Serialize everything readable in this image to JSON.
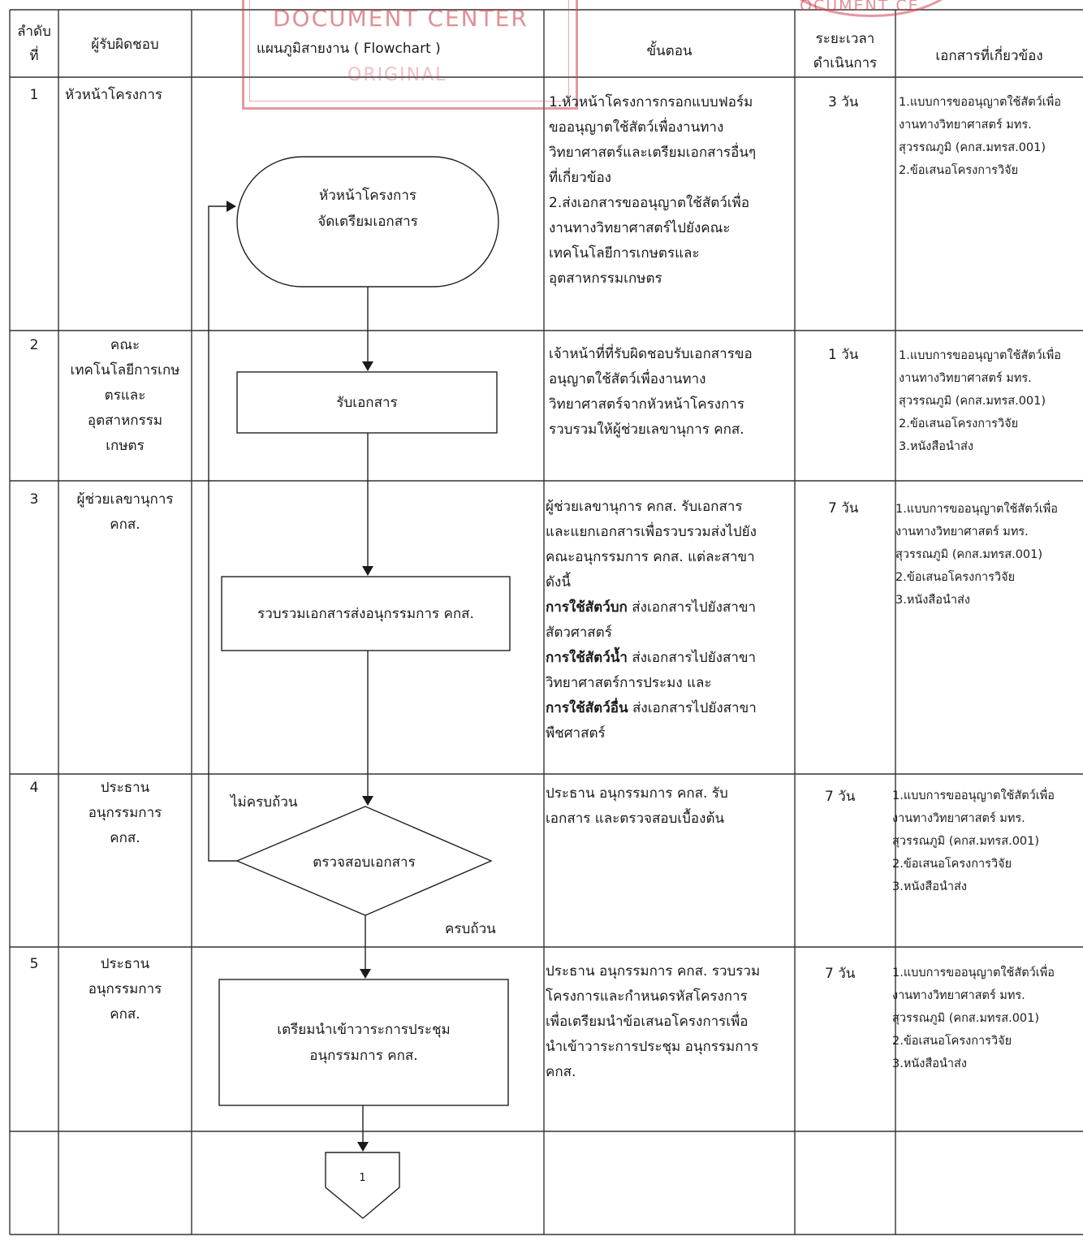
{
  "stamps": {
    "left_top": "DOCUMENT CENTER",
    "left_bottom": "ORIGINAL",
    "right": "OCUMENT CE"
  },
  "headers": {
    "seq": [
      "ลำดับ",
      "ที่"
    ],
    "owner": "ผู้รับผิดชอบ",
    "flowchart": "แผนภูมิสายงาน ( Flowchart )",
    "steps": "ขั้นตอน",
    "duration": [
      "ระยะเวลา",
      "ดำเนินการ"
    ],
    "documents": "เอกสารที่เกี่ยวข้อง"
  },
  "rows": [
    {
      "no": "1",
      "owner": [
        "หัวหน้าโครงการ"
      ],
      "steps": [
        "1.หัวหน้าโครงการกรอกแบบฟอร์ม",
        "ขออนุญาตใช้สัตว์เพื่องานทาง",
        "วิทยาศาสตร์และเตรียมเอกสารอื่นๆ",
        "ที่เกี่ยวข้อง",
        "2.ส่งเอกสารขออนุญาตใช้สัตว์เพื่อ",
        "งานทางวิทยาศาสตร์ไปยังคณะ",
        "เทคโนโลยีการเกษตรและ",
        "อุตสาหกรรมเกษตร"
      ],
      "duration": "3 วัน",
      "docs": [
        "1.แบบการขออนุญาตใช้สัตว์เพื่อ",
        "งานทางวิทยาศาสตร์ มทร.",
        "สุวรรณภูมิ (คกส.มทรส.001)",
        "2.ข้อเสนอโครงการวิจัย"
      ]
    },
    {
      "no": "2",
      "owner": [
        "คณะ",
        "เทคโนโลยีการเกษ",
        "ตรและ",
        "อุตสาหกรรม",
        "เกษตร"
      ],
      "steps": [
        "เจ้าหน้าที่ที่รับผิดชอบรับเอกสารขอ",
        "อนุญาตใช้สัตว์เพื่องานทาง",
        "วิทยาศาสตร์จากหัวหน้าโครงการ",
        "รวบรวมให้ผู้ช่วยเลขานุการ คกส."
      ],
      "duration": "1 วัน",
      "docs": [
        "1.แบบการขออนุญาตใช้สัตว์เพื่อ",
        "งานทางวิทยาศาสตร์ มทร.",
        "สุวรรณภูมิ (คกส.มทรส.001)",
        "2.ข้อเสนอโครงการวิจัย",
        "3.หนังสือนำส่ง"
      ]
    },
    {
      "no": "3",
      "owner": [
        "ผู้ช่วยเลขานุการ",
        "คกส."
      ],
      "steps_intro": [
        "ผู้ช่วยเลขานุการ คกส. รับเอกสาร",
        "และแยกเอกสารเพื่อรวบรวมส่งไปยัง",
        "คณะอนุกรรมการ คกส. แต่ละสาขา",
        "ดังนี้"
      ],
      "steps_items": [
        {
          "bold": "การใช้สัตว์บก",
          "rest": " ส่งเอกสารไปยังสาขา",
          "cont": "สัตวศาสตร์"
        },
        {
          "bold": "การใช้สัตว์น้ำ",
          "rest": " ส่งเอกสารไปยังสาขา",
          "cont": "วิทยาศาสตร์การประมง และ"
        },
        {
          "bold": "การใช้สัตว์อื่น",
          "rest": " ส่งเอกสารไปยังสาขา",
          "cont": "พืชศาสตร์"
        }
      ],
      "duration": "7 วัน",
      "docs": [
        "1.แบบการขออนุญาตใช้สัตว์เพื่อ",
        "งานทางวิทยาศาสตร์ มทร.",
        "สุวรรณภูมิ (คกส.มทรส.001)",
        "2.ข้อเสนอโครงการวิจัย",
        "3.หนังสือนำส่ง"
      ]
    },
    {
      "no": "4",
      "owner": [
        "ประธาน",
        "อนุกรรมการ",
        "คกส."
      ],
      "steps": [
        "ประธาน อนุกรรมการ คกส. รับ",
        "เอกสาร และตรวจสอบเบื้องต้น"
      ],
      "duration": "7 วัน",
      "docs": [
        "1.แบบการขออนุญาตใช้สัตว์เพื่อ",
        "งานทางวิทยาศาสตร์ มทร.",
        "สุวรรณภูมิ (คกส.มทรส.001)",
        "2.ข้อเสนอโครงการวิจัย",
        "3.หนังสือนำส่ง"
      ]
    },
    {
      "no": "5",
      "owner": [
        "ประธาน",
        "อนุกรรมการ",
        "คกส."
      ],
      "steps": [
        "ประธาน อนุกรรมการ คกส. รวบรวม",
        "โครงการและกำหนดรหัสโครงการ",
        "เพื่อเตรียมนำข้อเสนอโครงการเพื่อ",
        "นำเข้าวาระการประชุม อนุกรรมการ",
        "คกส."
      ],
      "duration": "7 วัน",
      "docs": [
        "1.แบบการขออนุญาตใช้สัตว์เพื่อ",
        "งานทางวิทยาศาสตร์ มทร.",
        "สุวรรณภูมิ (คกส.มทรส.001)",
        "2.ข้อเสนอโครงการวิจัย",
        "3.หนังสือนำส่ง"
      ]
    }
  ],
  "flow": {
    "start": [
      "หัวหน้าโครงการ",
      "จัดเตรียมเอกสาร"
    ],
    "receive": "รับเอกสาร",
    "collect": "รวบรวมเอกสารส่งอนุกรรมการ คกส.",
    "check": "ตรวจสอบเอกสาร",
    "incomplete": "ไม่ครบถ้วน",
    "complete": "ครบถ้วน",
    "prepare": [
      "เตรียมนำเข้าวาระการประชุม",
      "อนุกรรมการ คกส."
    ],
    "connector": "1"
  }
}
